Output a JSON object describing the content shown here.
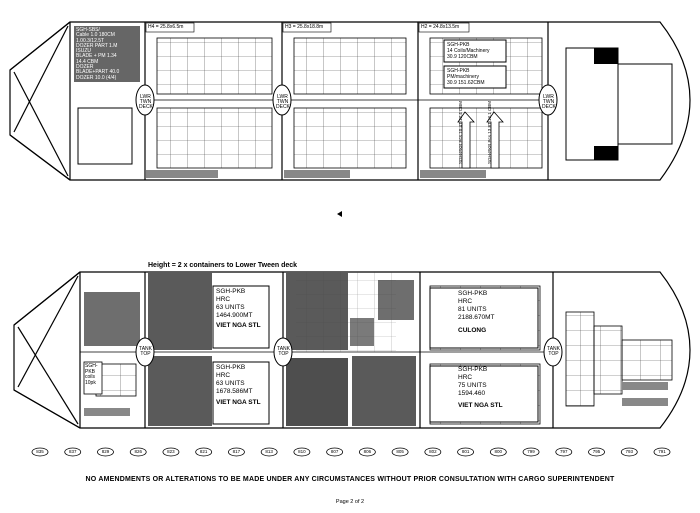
{
  "upper_deck": {
    "dims": [
      "H4 = 25.8x6.5m",
      "H3 = 25.8x18.8m",
      "H2 = 24.8x13.5m"
    ],
    "deck_labels": [
      "LWR TWN DECK",
      "LWR TWN DECK",
      "LWR TWN DECK"
    ],
    "hold1_text": [
      "SGH-SBS/",
      "Cable 1.0 180CM",
      "1.00.3/12.5T",
      "DOZER PART 1.M",
      "ISUZU",
      "BLADE + PM 1.34",
      "14.4 CBM",
      "DOZER",
      "BLADE+PART 40.0",
      "DOZER 10.0 (4/4)"
    ],
    "h2_box1": [
      "SGH-PKB",
      "14 Coils/Machinery",
      "30.9 120CBM"
    ],
    "h2_box2": [
      "SGH-PKB",
      "PM/machinery",
      "30.9 151.62CBM"
    ],
    "h2_vert1": "SGH-PKB Pcs 10.4T 13.4 CBM",
    "h2_vert2": "SGH-PKB Pcs 13.8T 13.1 CBM"
  },
  "lower_deck": {
    "height_note": "Height = 2 x containers to Lower Tween deck",
    "tank_labels": [
      "TANK TOP",
      "TANK TOP",
      "TANK TOP"
    ],
    "cargo_upper_left": {
      "route": "SGH-PKB",
      "product": "HRC",
      "units": "63 UNITS",
      "weight": "1464.900MT",
      "receiver": "VIET NGA STL"
    },
    "cargo_lower_left": {
      "route": "SGH-PKB",
      "product": "HRC",
      "units": "63 UNITS",
      "weight": "1678.586MT",
      "receiver": "VIET NGA STL"
    },
    "cargo_upper_right": {
      "route": "SGH-PKB",
      "product": "HRC",
      "units": "81 UNITS",
      "weight": "2188.670MT",
      "receiver": "CULONG"
    },
    "cargo_lower_right": {
      "route": "SGH-PKB",
      "product": "HRC",
      "units": "75 UNITS",
      "weight": "1594.460",
      "receiver": "VIET NGA STL"
    },
    "small_box": [
      "SGH-",
      "PKB",
      "coils",
      "10pk"
    ]
  },
  "frames": [
    "835",
    "837",
    "829",
    "826",
    "823",
    "821",
    "817",
    "813",
    "810",
    "807",
    "806",
    "805",
    "802",
    "801",
    "800",
    "799",
    "797",
    "795",
    "793",
    "791"
  ],
  "disclaimer": "NO AMENDMENTS OR ALTERATIONS TO BE MADE UNDER ANY CIRCUMSTANCES WITHOUT PRIOR CONSULTATION WITH CARGO SUPERINTENDENT",
  "page": "Page 2 of 2"
}
